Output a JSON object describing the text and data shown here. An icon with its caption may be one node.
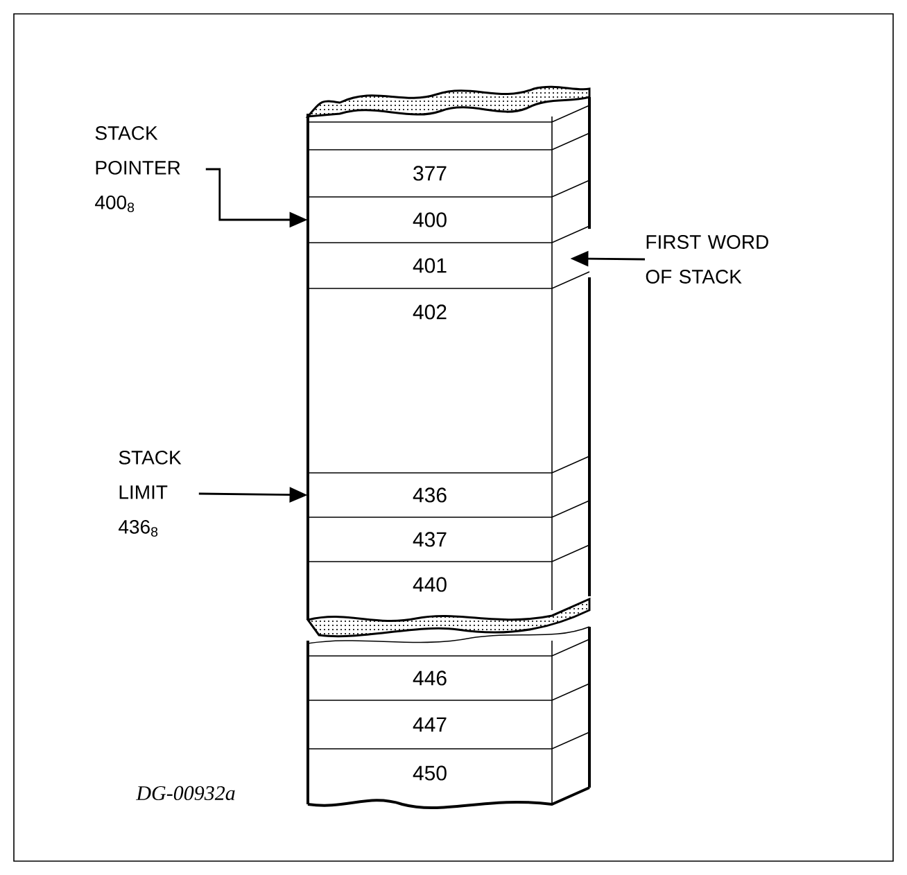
{
  "diagram": {
    "nodes": [
      {
        "text": [
          "STACK POINTER 400$_{8}$"
        ]
      },
      {
        "text": [
          "377"
        ]
      },
      {
        "text": [
          "400"
        ]
      },
      {
        "text": [
          "401"
        ]
      },
      {
        "text": [
          "FIRST WORD OF STACK"
        ]
      },
      {
        "text": [
          "402"
        ]
      },
      {
        "text": [
          "STACK LIMIT 436$_{8}$"
        ]
      },
      {
        "text": [
          "436"
        ]
      },
      {
        "text": [
          "437"
        ]
      },
      {
        "text": [
          "440"
        ]
      },
      {
        "text": [
          "446"
        ]
      },
      {
        "text": [
          "447"
        ]
      },
      {
        "text": [
          "450"
        ]
      }
    ],
    "edges": [
      {
        "from": 0,
        "to": 2,
        "arrow": "to"
      },
      {
        "from": 4,
        "to": 3,
        "arrow": "to"
      },
      {
        "from": 6,
        "to": 7,
        "arrow": "to"
      }
    ],
    "labels": [
      "DG-00932a"
    ]
  }
}
